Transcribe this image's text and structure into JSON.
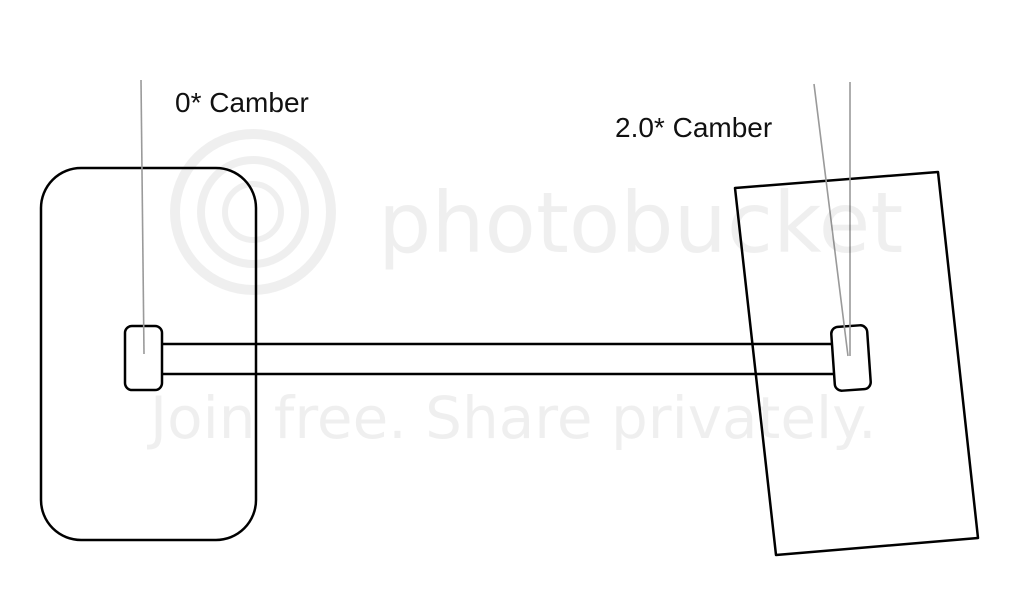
{
  "labels": {
    "left_wheel": "0* Camber",
    "right_wheel": "2.0* Camber"
  },
  "camber": {
    "left_deg": 0,
    "right_deg": 2.0
  },
  "watermark": {
    "brand": "photobucket",
    "tagline": "Join free. Share privately."
  },
  "colors": {
    "stroke": "#000000",
    "reference_line": "#9a9a9a",
    "background": "#ffffff"
  }
}
